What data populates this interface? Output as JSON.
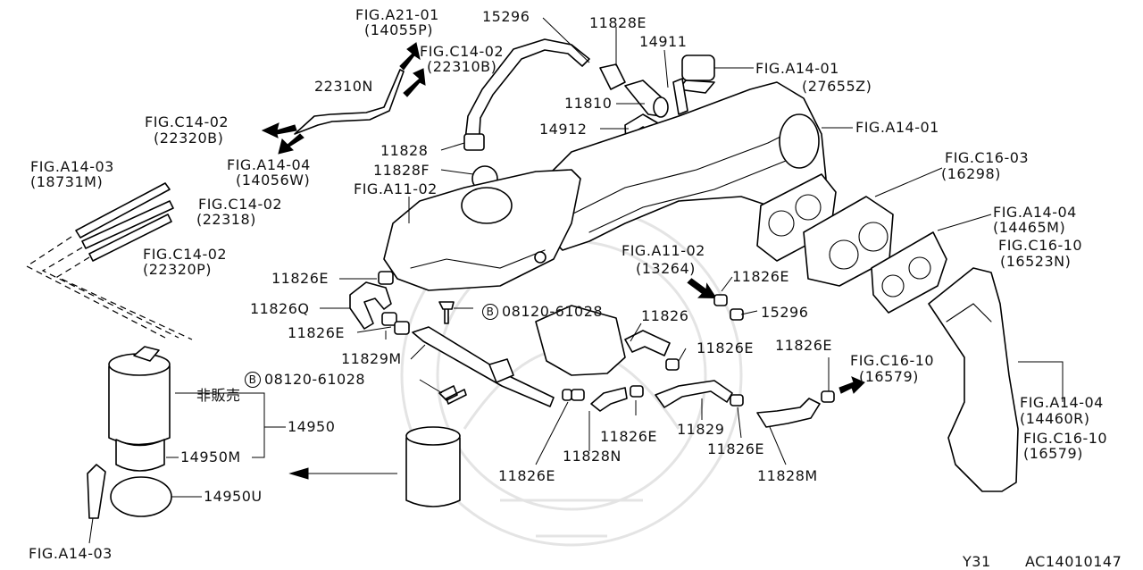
{
  "diagram": {
    "callouts": [
      {
        "id": "c01",
        "text": "FIG.A21-01"
      },
      {
        "id": "c02",
        "text": "(14055P)"
      },
      {
        "id": "c03",
        "text": "FIG.C14-02"
      },
      {
        "id": "c04",
        "text": "(22310B)"
      },
      {
        "id": "c05",
        "text": "22310N"
      },
      {
        "id": "c06",
        "text": "FIG.C14-02"
      },
      {
        "id": "c07",
        "text": "(22320B)"
      },
      {
        "id": "c08",
        "text": "FIG.A14-04"
      },
      {
        "id": "c09",
        "text": "(14056W)"
      },
      {
        "id": "c10",
        "text": "FIG.A14-03"
      },
      {
        "id": "c11",
        "text": "(18731M)"
      },
      {
        "id": "c12",
        "text": "FIG.C14-02"
      },
      {
        "id": "c13",
        "text": "(22318)"
      },
      {
        "id": "c14",
        "text": "FIG.C14-02"
      },
      {
        "id": "c15",
        "text": "(22320P)"
      },
      {
        "id": "c16",
        "text": "15296"
      },
      {
        "id": "c17",
        "text": "11828E"
      },
      {
        "id": "c18",
        "text": "14911"
      },
      {
        "id": "c19",
        "text": "FIG.A14-01"
      },
      {
        "id": "c20",
        "text": "(27655Z)"
      },
      {
        "id": "c21",
        "text": "11810"
      },
      {
        "id": "c22",
        "text": "14912"
      },
      {
        "id": "c23",
        "text": "FIG.A14-01"
      },
      {
        "id": "c24",
        "text": "11828"
      },
      {
        "id": "c25",
        "text": "11828F"
      },
      {
        "id": "c26",
        "text": "FIG.A11-02"
      },
      {
        "id": "c27",
        "text": "FIG.C16-03"
      },
      {
        "id": "c28",
        "text": "(16298)"
      },
      {
        "id": "c29",
        "text": "FIG.A14-04"
      },
      {
        "id": "c30",
        "text": "(14465M)"
      },
      {
        "id": "c31",
        "text": "FIG.C16-10"
      },
      {
        "id": "c32",
        "text": "(16523N)"
      },
      {
        "id": "c33",
        "text": "FIG.A11-02"
      },
      {
        "id": "c34",
        "text": "(13264)"
      },
      {
        "id": "c35",
        "text": "11826E"
      },
      {
        "id": "c36",
        "text": "11826E"
      },
      {
        "id": "c37",
        "text": "11826Q"
      },
      {
        "id": "c38",
        "text": "08120-61028"
      },
      {
        "id": "c39",
        "text": "11826"
      },
      {
        "id": "c40",
        "text": "15296"
      },
      {
        "id": "c41",
        "text": "11826E"
      },
      {
        "id": "c42",
        "text": "11826E"
      },
      {
        "id": "c43",
        "text": "11829M"
      },
      {
        "id": "c44",
        "text": "11826E"
      },
      {
        "id": "c45",
        "text": "FIG.C16-10"
      },
      {
        "id": "c46",
        "text": "(16579)"
      },
      {
        "id": "c47",
        "text": "08120-61028"
      },
      {
        "id": "c48",
        "text": "非販売"
      },
      {
        "id": "c49",
        "text": "14950"
      },
      {
        "id": "c50",
        "text": "14950M"
      },
      {
        "id": "c51",
        "text": "14950U"
      },
      {
        "id": "c52",
        "text": "FIG.A14-03"
      },
      {
        "id": "c53",
        "text": "11826E"
      },
      {
        "id": "c54",
        "text": "11828N"
      },
      {
        "id": "c55",
        "text": "11829"
      },
      {
        "id": "c56",
        "text": "11826E"
      },
      {
        "id": "c57",
        "text": "11828M"
      },
      {
        "id": "c58",
        "text": "11826E"
      },
      {
        "id": "c59",
        "text": "FIG.A14-04"
      },
      {
        "id": "c60",
        "text": "(14460R)"
      },
      {
        "id": "c61",
        "text": "FIG.C16-10"
      },
      {
        "id": "c62",
        "text": "(16579)"
      }
    ],
    "bolt_marker": "B",
    "footer": {
      "model": "Y31",
      "code": "AC14010147"
    }
  }
}
